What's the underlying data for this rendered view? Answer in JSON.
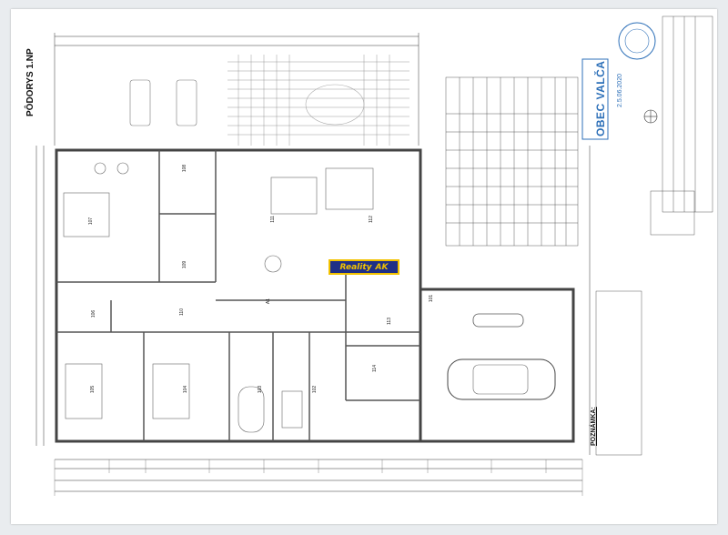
{
  "drawing": {
    "title": "PÔDORYS 1.NP",
    "municipality_stamp": "OBEC VALČA",
    "stamp_date": "2.5.06.2020",
    "notes_heading": "POZNÁMKA:",
    "section_label": "A1",
    "room_numbers": [
      "107",
      "108",
      "109",
      "110",
      "111",
      "112",
      "113",
      "114",
      "103",
      "104",
      "105",
      "106",
      "102",
      "101"
    ],
    "watermark": {
      "text": "Reality",
      "mark": "AK"
    }
  },
  "colors": {
    "line": "#333333",
    "wall": "#555555",
    "stamp": "#2c6fb8",
    "logo_bg": "#1f2f86",
    "logo_fg": "#f2c200"
  }
}
